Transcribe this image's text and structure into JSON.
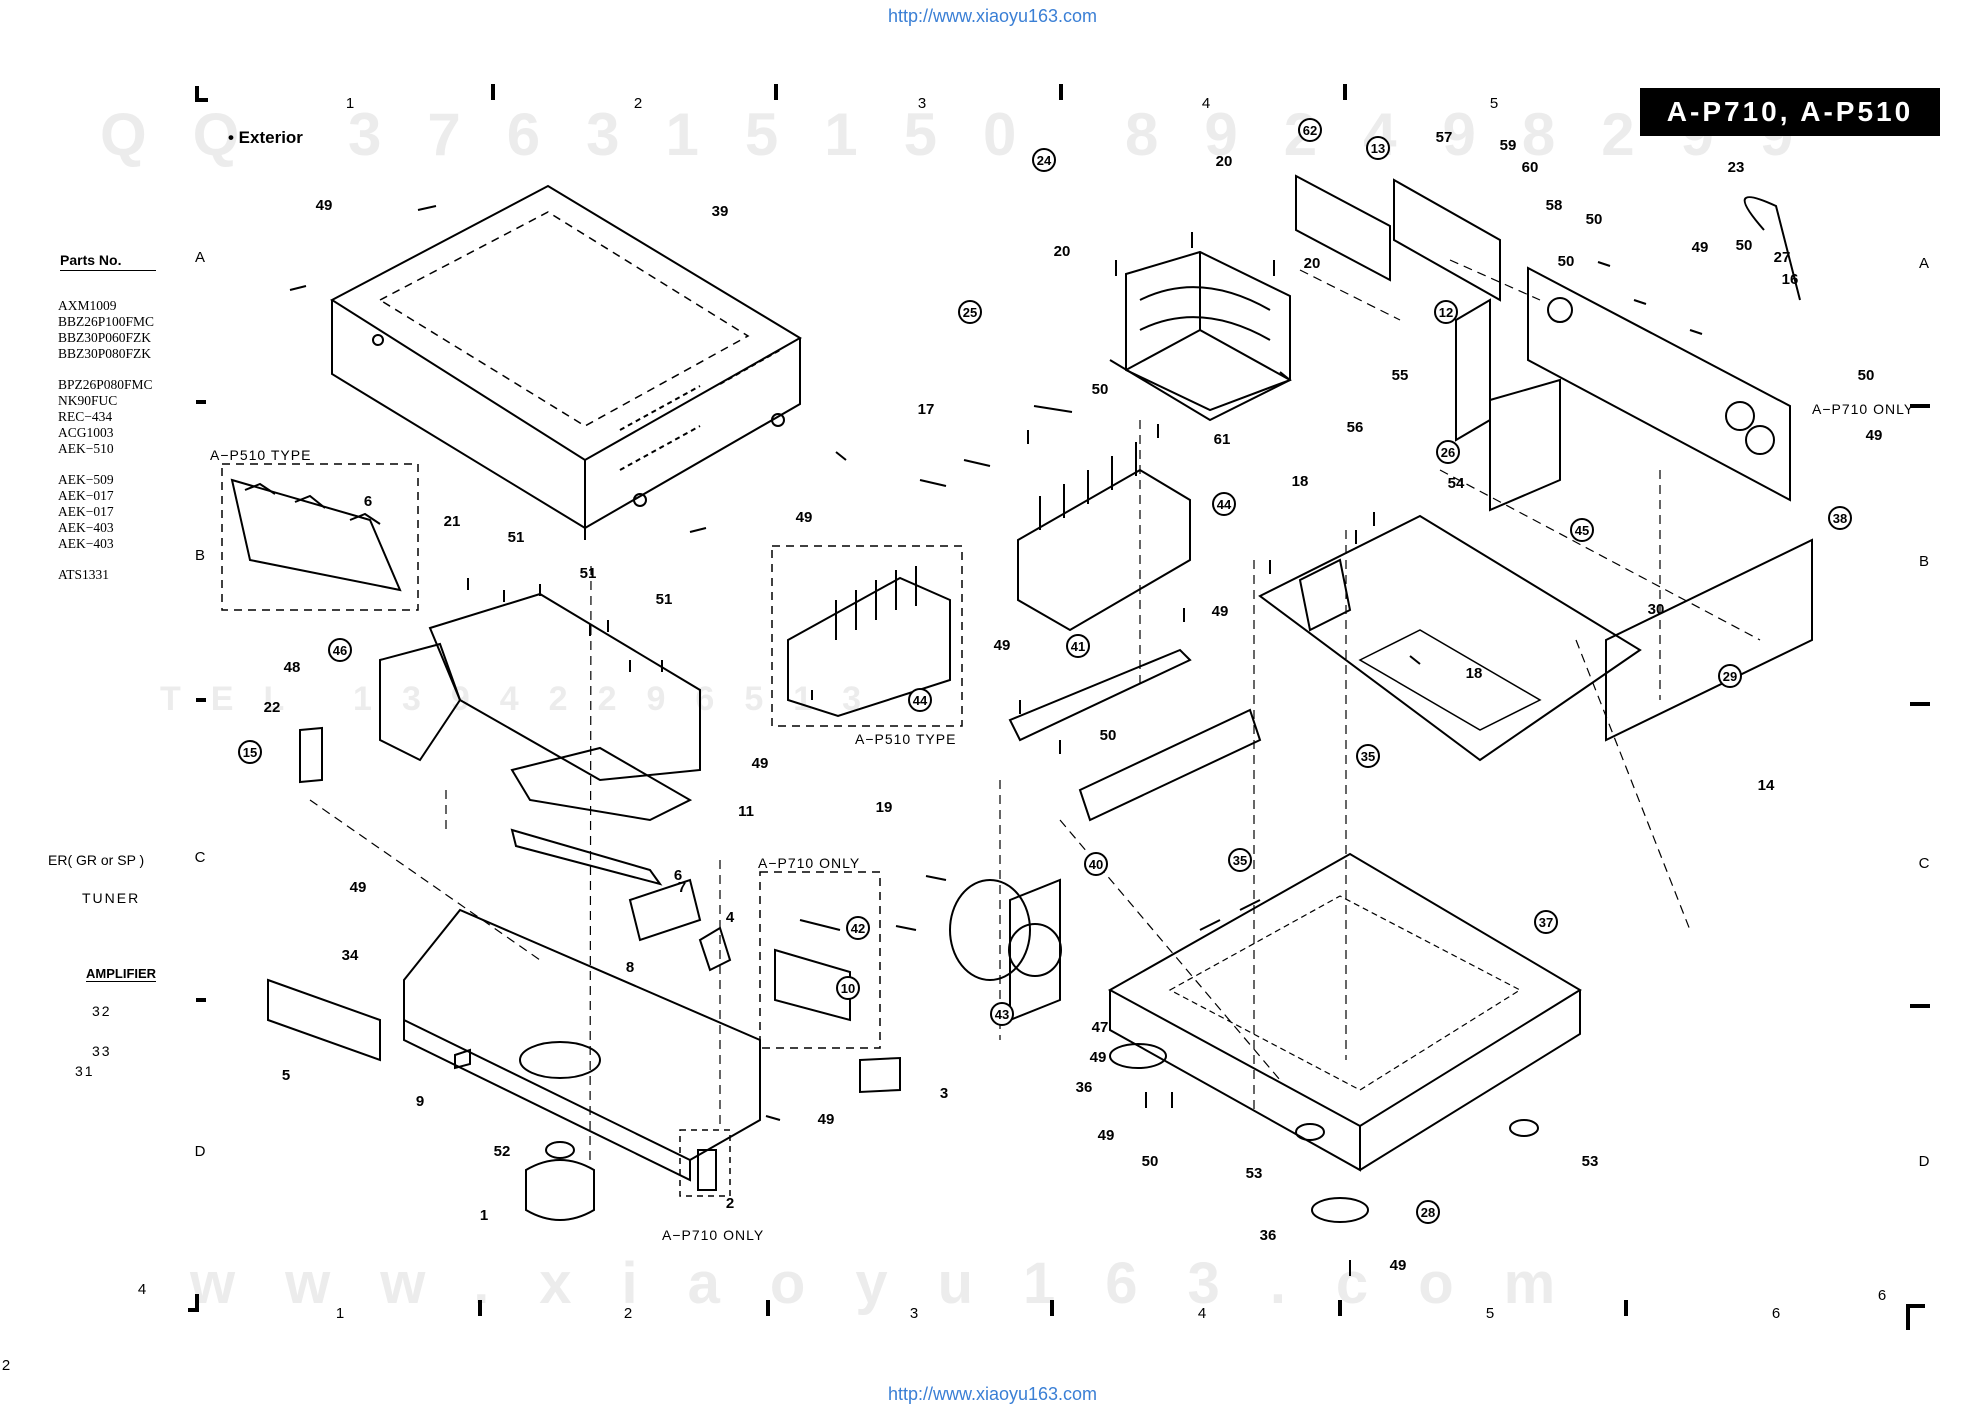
{
  "header": {
    "url_top": "http://www.xiaoyu163.com",
    "url_bottom": "http://www.xiaoyu163.com",
    "model": "A-P710, A-P510",
    "section": "• Exterior"
  },
  "watermarks": {
    "top": "QQ 376315150 892498299",
    "middle": "TEL 13942296513",
    "bottom": "www.xiaoyu163.com"
  },
  "grid": {
    "columns": [
      "1",
      "2",
      "3",
      "4",
      "5"
    ],
    "columns_bottom": [
      "1",
      "2",
      "3",
      "4",
      "5",
      "6"
    ],
    "rows_left": [
      "A",
      "B",
      "C",
      "D"
    ],
    "rows_right": [
      "A",
      "B",
      "C",
      "D"
    ],
    "page_left": "4",
    "page_right": "6",
    "page_corner": "2"
  },
  "parts_table": {
    "heading": "Parts No.",
    "groups": [
      [
        "AXM1009",
        "BBZ26P100FMC",
        "BBZ30P060FZK",
        "BBZ30P080FZK"
      ],
      [
        "BPZ26P080FMC",
        "NK90FUC",
        "REC−434",
        "ACG1003",
        "AEK−510"
      ],
      [
        "AEK−509",
        "AEK−017",
        "AEK−017",
        "AEK−403",
        "AEK−403"
      ],
      [
        "ATS1331"
      ]
    ]
  },
  "side_labels": {
    "tuner_cut": "ER( GR or SP )",
    "tuner": "TUNER",
    "amplifier": "AMPLIFIER",
    "num_32": "32",
    "num_33": "33",
    "num_31": "31"
  },
  "group_labels": {
    "ap510_left": "A−P510 TYPE",
    "ap510_heatsink": "A−P510 TYPE",
    "ap710_bracket": "A−P710 ONLY",
    "ap710_knob": "A−P710 ONLY",
    "ap710_rear": "A−P710 ONLY"
  },
  "callouts": {
    "plain": [
      "49",
      "39",
      "49",
      "6",
      "21",
      "51",
      "51",
      "51",
      "48",
      "22",
      "49",
      "11",
      "6",
      "7",
      "4",
      "8",
      "49",
      "34",
      "5",
      "9",
      "49",
      "3",
      "2",
      "52",
      "1",
      "17",
      "50",
      "19",
      "47",
      "49",
      "49",
      "50",
      "49",
      "20",
      "20",
      "20",
      "61",
      "18",
      "30",
      "18",
      "14",
      "50",
      "49",
      "50",
      "16",
      "50",
      "49",
      "23",
      "27",
      "50",
      "57",
      "59",
      "60",
      "58",
      "55",
      "56",
      "54",
      "36",
      "49",
      "50",
      "53",
      "53",
      "36",
      "49"
    ],
    "circled": [
      "24",
      "25",
      "62",
      "13",
      "12",
      "15",
      "46",
      "44",
      "44",
      "41",
      "42",
      "10",
      "43",
      "40",
      "35",
      "35",
      "37",
      "26",
      "45",
      "38",
      "29",
      "28"
    ]
  }
}
